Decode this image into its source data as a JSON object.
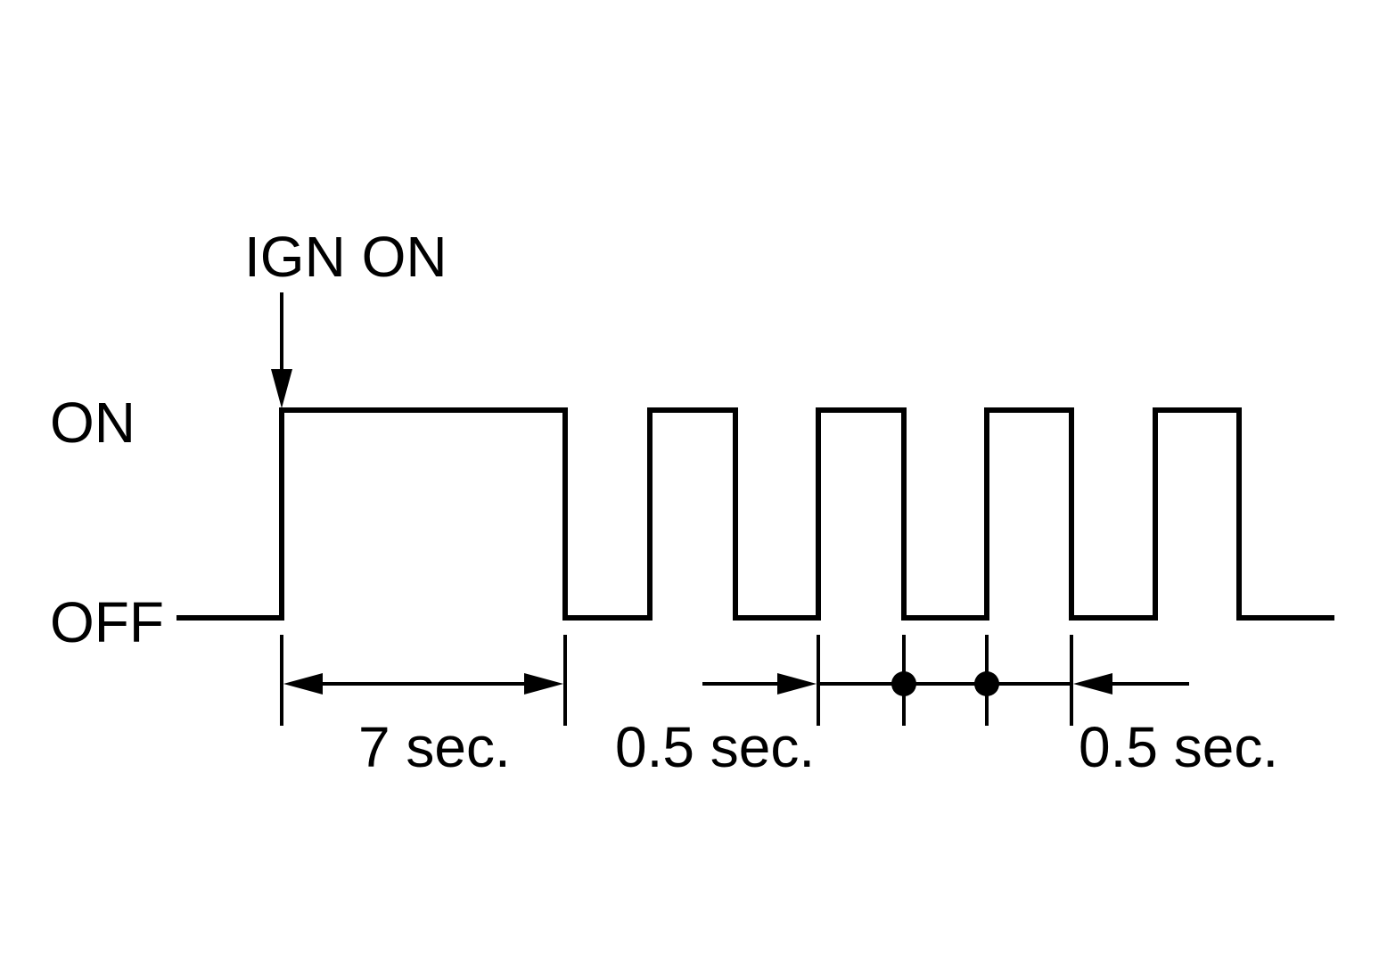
{
  "diagram": {
    "labels": {
      "ign_on": "IGN ON",
      "on": "ON",
      "off": "OFF",
      "seven_sec": "7 sec.",
      "half_sec_left": "0.5 sec.",
      "half_sec_right": "0.5 sec."
    },
    "colors": {
      "ink": "#000000",
      "background": "#ffffff"
    }
  }
}
